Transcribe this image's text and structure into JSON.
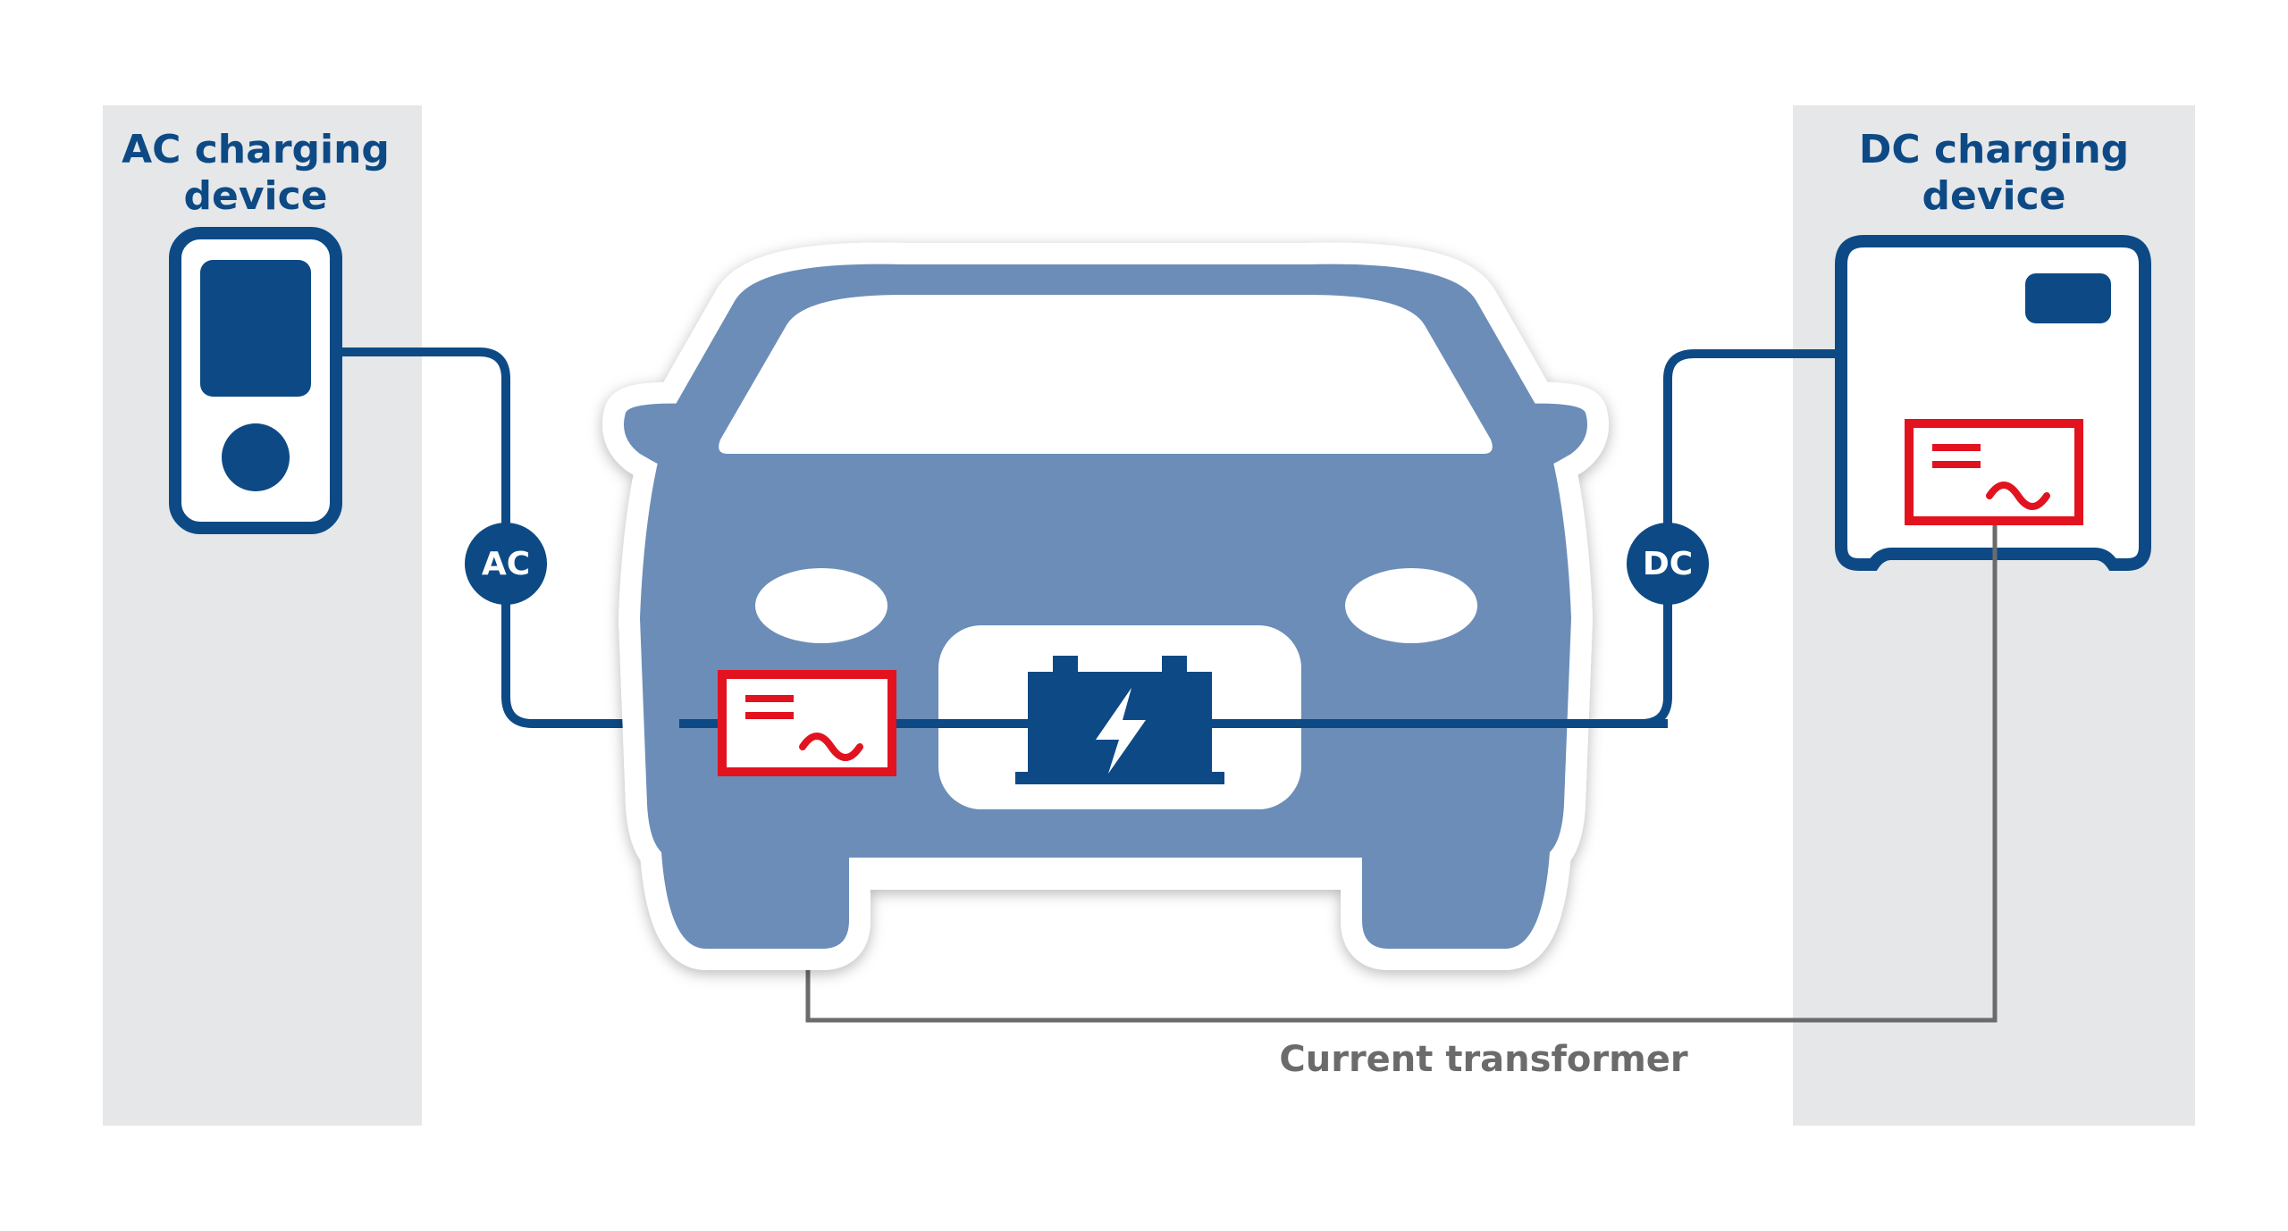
{
  "diagram": {
    "ac_device": {
      "title_line1": "AC charging",
      "title_line2": "device"
    },
    "dc_device": {
      "title_line1": "DC charging",
      "title_line2": "device"
    },
    "connections": {
      "ac_label": "AC",
      "dc_label": "DC"
    },
    "current_transformer_label": "Current transformer",
    "colors": {
      "primary_blue": "#0d4a85",
      "car_blue": "#6b8db8",
      "converter_red": "#e3121f",
      "panel_grey": "#e6e7e9",
      "wire_grey": "#6b6b6b"
    },
    "icons": [
      "ac-charger-icon",
      "dc-charger-icon",
      "car-icon",
      "battery-icon",
      "lightning-icon",
      "ac-dc-converter-icon"
    ]
  }
}
